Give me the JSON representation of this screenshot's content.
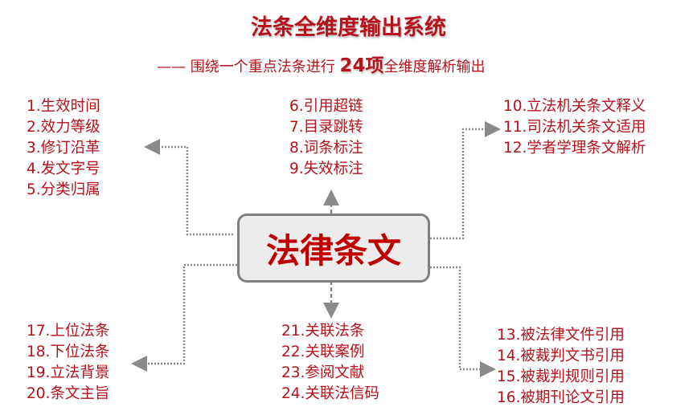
{
  "title": "法条全维度输出系统",
  "subtitle": {
    "prefix": "—— 围绕一个重点法条进行 ",
    "highlight": "24项",
    "suffix": "全维度解析输出"
  },
  "center": "法律条文",
  "groups": {
    "top_left": [
      "1.生效时间",
      "2.效力等级",
      "3.修订沿革",
      "4.发文字号",
      "5.分类归属"
    ],
    "top": [
      "6.引用超链",
      "7.目录跳转",
      "8.词条标注",
      "9.失效标注"
    ],
    "top_right": [
      "10.立法机关条文释义",
      "11.司法机关条文适用",
      "12.学者学理条文解析"
    ],
    "bottom_right": [
      "13.被法律文件引用",
      "14.被裁判文书引用",
      "15.被裁判规则引用",
      "16.被期刊论文引用"
    ],
    "bottom_left": [
      "17.上位法条",
      "18.下位法条",
      "19.立法背景",
      "20.条文主旨"
    ],
    "bottom": [
      "21.关联法条",
      "22.关联案例",
      "23.参阅文献",
      "24.关联法信码"
    ]
  }
}
